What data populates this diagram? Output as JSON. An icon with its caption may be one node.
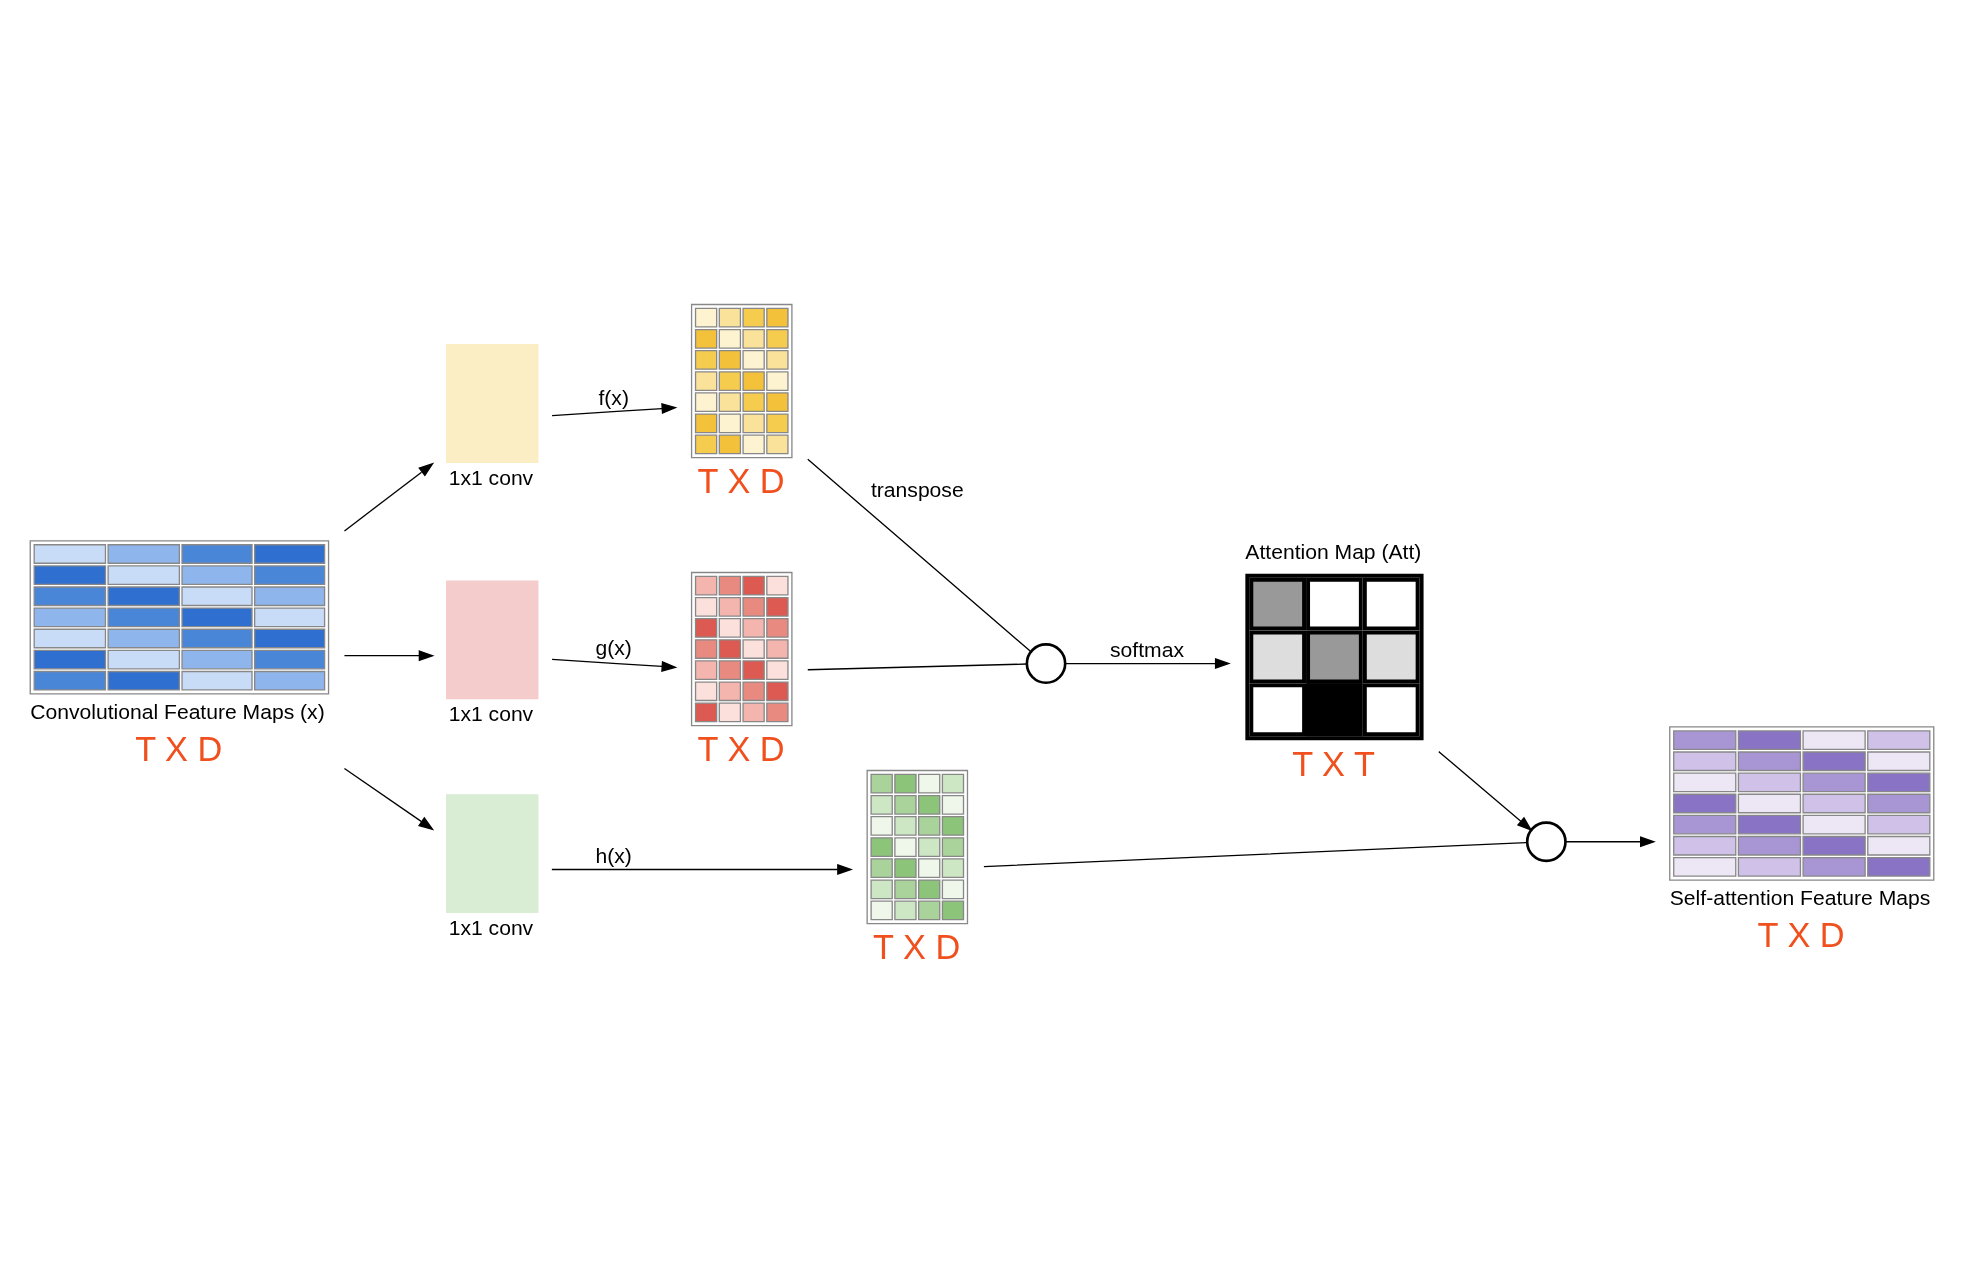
{
  "diagram": {
    "nodes": [
      {
        "text": [
          "Convolutional Feature Maps (x)"
        ],
        "beside": [
          "T X D"
        ]
      },
      {
        "text": [
          "1x1 conv"
        ]
      },
      {
        "text": [
          "1x1 conv"
        ]
      },
      {
        "text": [
          "1x1 conv"
        ]
      },
      {
        "text": [],
        "shape": "picture",
        "beside": [
          "T X D"
        ]
      },
      {
        "text": [],
        "shape": "picture",
        "beside": [
          "T X D"
        ]
      },
      {
        "text": [],
        "shape": "picture",
        "beside": [
          "T X D"
        ]
      },
      {
        "text": [],
        "shape": "circle"
      },
      {
        "text": [
          "Attention Map (Att)"
        ],
        "beside": [
          "T X T"
        ]
      },
      {
        "text": [],
        "shape": "circle"
      },
      {
        "text": [
          "Self-attention Feature Maps"
        ],
        "beside": [
          "T X D"
        ]
      }
    ],
    "edges": [
      {
        "from": 0,
        "to": 1,
        "arrow": "to"
      },
      {
        "from": 0,
        "to": 2,
        "arrow": "to"
      },
      {
        "from": 0,
        "to": 3,
        "arrow": "to"
      },
      {
        "from": 1,
        "to": 4,
        "arrow": "to",
        "label": "f(x)"
      },
      {
        "from": 2,
        "to": 5,
        "arrow": "to",
        "label": "g(x)"
      },
      {
        "from": 3,
        "to": 6,
        "arrow": "to",
        "label": "h(x)"
      },
      {
        "from": 4,
        "to": 7,
        "arrow": "none",
        "label": "transpose"
      },
      {
        "from": 5,
        "to": 7,
        "arrow": "none"
      },
      {
        "from": 7,
        "to": 8,
        "arrow": "to",
        "label": "softmax"
      },
      {
        "from": 8,
        "to": 9,
        "arrow": "to"
      },
      {
        "from": 6,
        "to": 9,
        "arrow": "none"
      },
      {
        "from": 9,
        "to": 10,
        "arrow": "to"
      }
    ]
  }
}
